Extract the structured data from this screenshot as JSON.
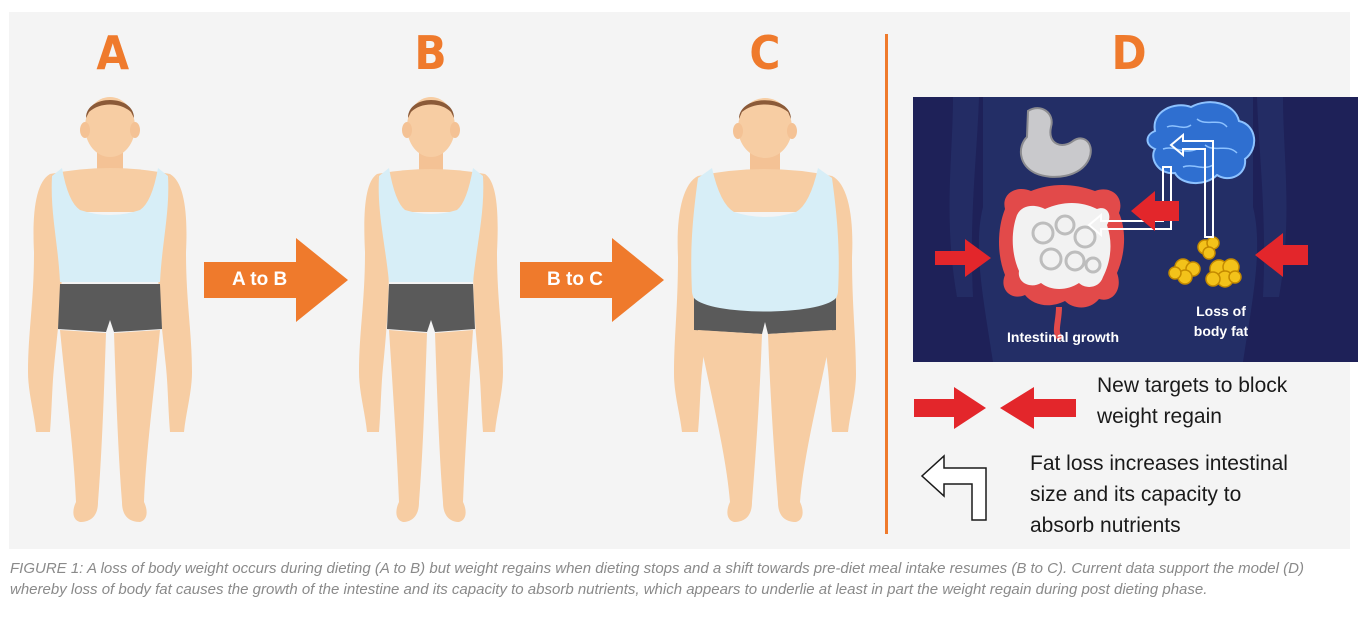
{
  "panels": {
    "a_label": "A",
    "b_label": "B",
    "c_label": "C",
    "d_label": "D"
  },
  "arrows": {
    "a_to_b": "A to B",
    "b_to_c": "B to C"
  },
  "panel_d": {
    "intestinal_label": "Intestinal growth",
    "fat_label_line1": "Loss of",
    "fat_label_line2": "body fat"
  },
  "legend": {
    "red_line1": "New targets to block",
    "red_line2": "weight regain",
    "white_line1": "Fat loss increases intestinal",
    "white_line2": "size and its capacity to",
    "white_line3": "absorb nutrients"
  },
  "caption": "FIGURE 1: A loss of body weight occurs during dieting (A to B) but weight regains when dieting stops and a shift towards pre-diet meal intake resumes (B to C). Current data support the model (D) whereby loss of body fat causes the growth of the intestine and its capacity to absorb nutrients, which appears to underlie at least in part the weight regain during post dieting phase.",
  "colors": {
    "accent": "#ef7a2c",
    "skin": "#f7cda3",
    "tank": "#d7eef7",
    "shorts": "#5a5a5a",
    "hair": "#8b5a38",
    "panel_bg": "#1e2158",
    "red_arrow": "#e3262b"
  }
}
